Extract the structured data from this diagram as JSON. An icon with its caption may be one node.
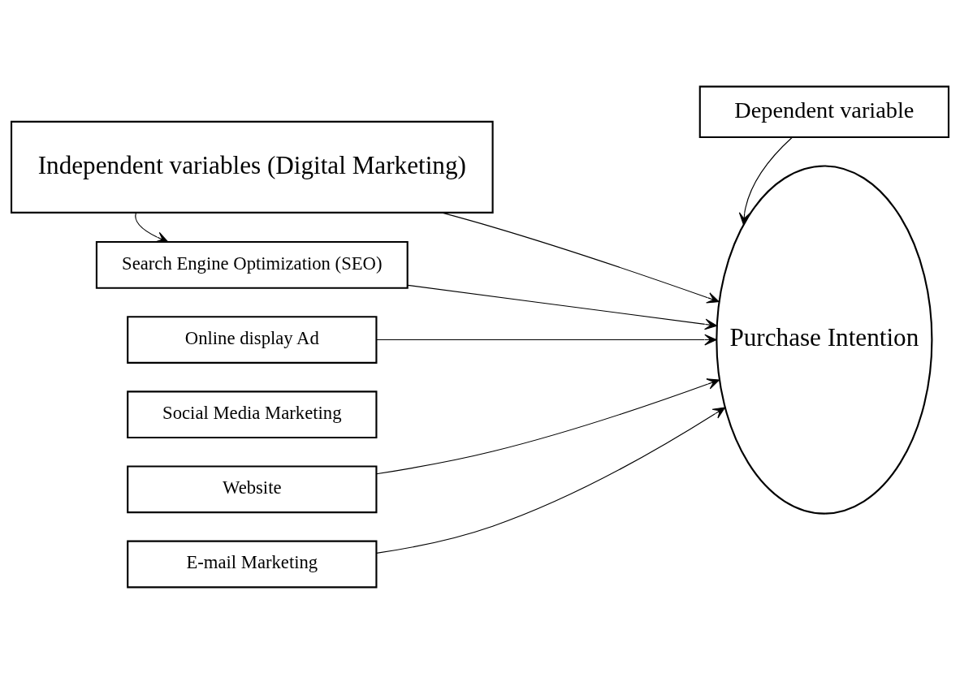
{
  "diagram": {
    "nodes": [
      {
        "text": [
          "Independent variables (Digital Marketing)"
        ]
      },
      {
        "text": [
          "Dependent variable"
        ]
      },
      {
        "text": [
          "Search Engine Optimization (SEO)"
        ]
      },
      {
        "text": [
          "Online display Ad"
        ]
      },
      {
        "text": [
          "Social Media Marketing"
        ]
      },
      {
        "text": [
          "Website"
        ]
      },
      {
        "text": [
          "E-mail Marketing"
        ]
      },
      {
        "text": [
          "Purchase Intention"
        ]
      }
    ],
    "edges": [
      {
        "from": 0,
        "to": 7,
        "arrow": "to"
      },
      {
        "from": 1,
        "to": 7,
        "arrow": "to"
      },
      {
        "from": 0,
        "to": 2,
        "arrow": "to"
      },
      {
        "from": 2,
        "to": 7,
        "arrow": "to"
      },
      {
        "from": 3,
        "to": 7,
        "arrow": "to"
      },
      {
        "from": 5,
        "to": 7,
        "arrow": "to"
      },
      {
        "from": 6,
        "to": 7,
        "arrow": "to"
      }
    ]
  }
}
